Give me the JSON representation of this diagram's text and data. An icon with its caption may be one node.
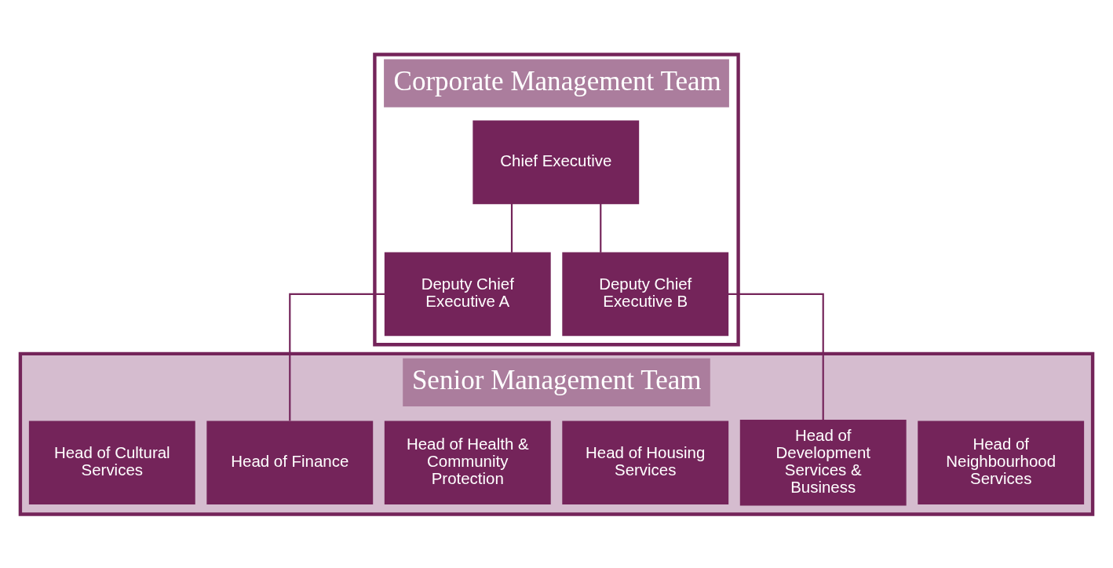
{
  "diagram": {
    "nodes": [
      {
        "text": [
          "Corporate Management Team"
        ]
      },
      {
        "text": [
          "Chief Executive"
        ],
        "in": 0
      },
      {
        "text": [
          "Deputy Chief Executive A"
        ],
        "in": 0
      },
      {
        "text": [
          "Deputy Chief Executive B"
        ],
        "in": 0
      },
      {
        "text": [
          "Senior Management Team"
        ]
      },
      {
        "text": [
          "Head of Cultural Services"
        ],
        "in": 4
      },
      {
        "text": [
          "Head of Finance"
        ],
        "in": 4
      },
      {
        "text": [
          "Head of Health & Community Protection"
        ],
        "in": 4
      },
      {
        "text": [
          "Head of Housing Services"
        ],
        "in": 4
      },
      {
        "text": [
          "Head of Development Services & Business"
        ],
        "in": 4
      },
      {
        "text": [
          "Head of Neighbourhood Services"
        ],
        "in": 4
      }
    ],
    "edges": [
      {
        "from": 1,
        "to": 2,
        "arrow": "none"
      },
      {
        "from": 1,
        "to": 3,
        "arrow": "none"
      },
      {
        "from": 2,
        "to": 6,
        "arrow": "none"
      },
      {
        "from": 3,
        "to": 9,
        "arrow": "none"
      }
    ]
  }
}
